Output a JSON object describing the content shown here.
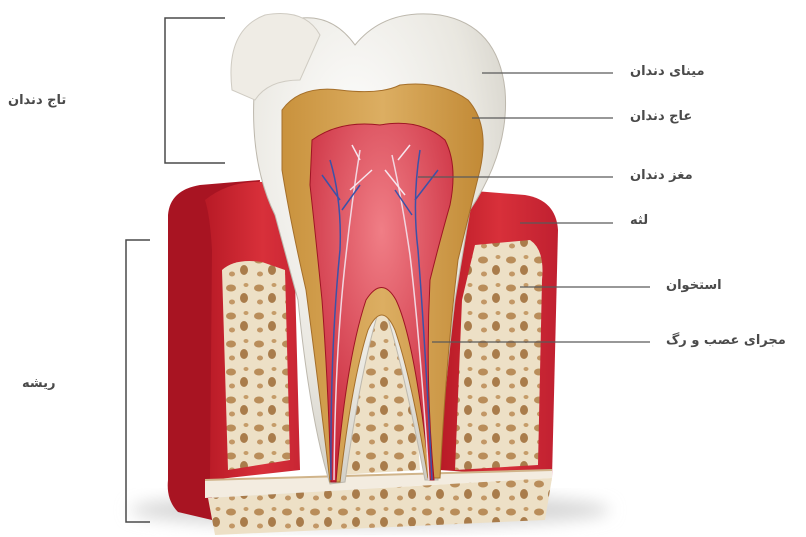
{
  "diagram": {
    "groups": {
      "crown": "تاج دندان",
      "root": "ریشه"
    },
    "parts": {
      "enamel": "مینای دندان",
      "dentin": "عاج دندان",
      "pulp": "مغز دندان",
      "gum": "لثه",
      "bone": "استخوان",
      "canal": "مجرای عصب و رگ"
    }
  }
}
